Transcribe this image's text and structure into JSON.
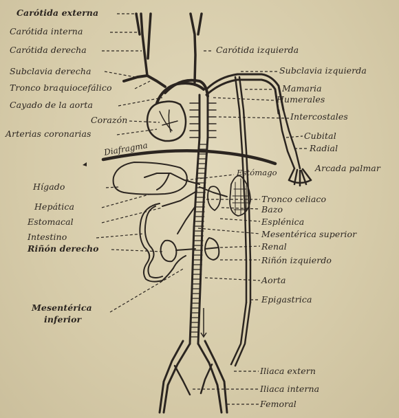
{
  "labels": {
    "carotida_externa": "Carótida externa",
    "carotida_interna": "Carótida interna",
    "carotida_derecha": "Carótida derecha",
    "subclavia_derecha": "Subclavia derecha",
    "tronco_braquiocefalico": "Tronco braquiocefálico",
    "cayado_aorta": "Cayado de la aorta",
    "corazon": "Corazón",
    "arterias_coronarias": "Arterias coronarias",
    "diafragma": "Diafragma",
    "higado": "Hígado",
    "hepatica": "Hepática",
    "estomacal": "Estomacal",
    "intestino": "Intestino",
    "rinon_derecho": "Riñón derecho",
    "mesenterica_inferior_1": "Mesentérica",
    "mesenterica_inferior_2": "inferior",
    "carotida_izquierda": "Carótida izquierda",
    "subclavia_izquierda": "Subclavia izquierda",
    "mamaria": "Mamaria",
    "humerales": "Humerales",
    "intercostales": "Intercostales",
    "cubital": "Cubital",
    "radial": "Radial",
    "arcada_palmar": "Arcada palmar",
    "estomago": "Estómago",
    "tronco_celiaco": "Tronco celiaco",
    "bazo": "Bazo",
    "esplenica": "Esplénica",
    "mesenterica_superior": "Mesentérica superior",
    "renal": "Renal",
    "rinon_izquierdo": "Riñón izquierdo",
    "aorta": "Aorta",
    "epigastrica": "Epigastrica",
    "iliaca_externa": "Iliaca extern",
    "iliaca_interna": "Iliaca interna",
    "femoral": "Femoral"
  }
}
